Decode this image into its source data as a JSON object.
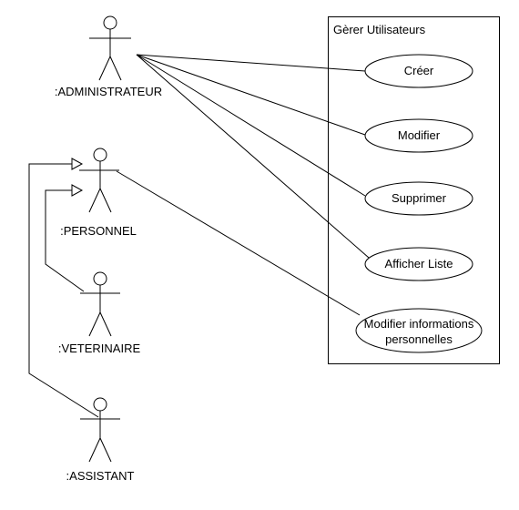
{
  "system": {
    "name": "Gèrer Utilisateurs"
  },
  "actors": {
    "administrateur": ":ADMINISTRATEUR",
    "personnel": ":PERSONNEL",
    "veterinaire": ":VETERINAIRE",
    "assistant": ":ASSISTANT"
  },
  "use_cases": {
    "creer": "Créer",
    "modifier": "Modifier",
    "supprimer": "Supprimer",
    "afficher_liste": "Afficher Liste",
    "modifier_infos_line1": "Modifier informations",
    "modifier_infos_line2": "personnelles"
  },
  "relationships": [
    {
      "from": "administrateur",
      "to": "creer",
      "kind": "association"
    },
    {
      "from": "administrateur",
      "to": "modifier",
      "kind": "association"
    },
    {
      "from": "administrateur",
      "to": "supprimer",
      "kind": "association"
    },
    {
      "from": "administrateur",
      "to": "afficher_liste",
      "kind": "association"
    },
    {
      "from": "personnel",
      "to": "modifier_infos",
      "kind": "association"
    },
    {
      "from": "veterinaire",
      "to": "personnel",
      "kind": "generalization"
    },
    {
      "from": "assistant",
      "to": "personnel",
      "kind": "generalization"
    }
  ],
  "colors": {
    "line": "#000000",
    "background": "#ffffff"
  }
}
